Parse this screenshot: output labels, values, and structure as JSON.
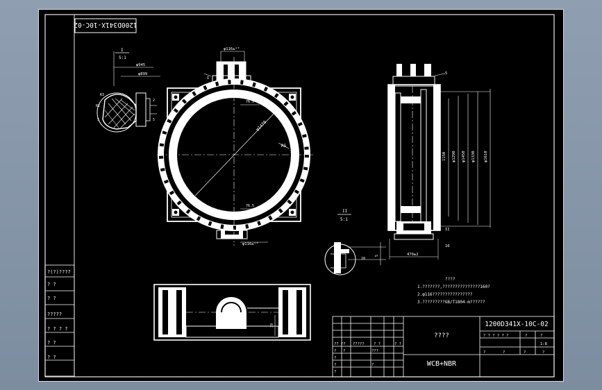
{
  "drawing": {
    "mirrored_code": "1200D341X-10C-02",
    "title_code": "1200D341X-10C-02",
    "part_name": "????",
    "material": "WCB+NBR",
    "scale": "1:8",
    "detail_ref_top": "I",
    "detail_scale_top": "5:1",
    "detail_ref_right": "II",
    "detail_scale_right": "5:1"
  },
  "dims": {
    "front_top": "φ116±¹⁰",
    "front_bottom": "φ116±¹⁰",
    "front_dia": "φ1470",
    "front_r": "R5",
    "front_top_w": "76.5",
    "front_bottom_w": "76.5",
    "detail_a": "φ945",
    "detail_b": "φ899",
    "detail_r1": "R3",
    "detail_r2": "R2",
    "detail_s1": "5",
    "detail_s2": "2",
    "detail_s3": "5",
    "side_d1": "1150",
    "side_d2": "φ1290",
    "side_d3": "φ1450",
    "side_d4": "φ1330",
    "side_d5": "φ1610",
    "side_w": "470±2",
    "side_t": "5",
    "side_b": "10",
    "bottom_w": "39",
    "detail2_a": "5",
    "detail2_b": "10"
  },
  "notes": {
    "heading": "????",
    "line1": "1.???????,???????????????160?",
    "line2": "2.φ116????????????????",
    "line3": "3.?????????GB/T1804-m??????"
  },
  "left_strip": [
    "?(?)????",
    "?    ?",
    "?    ?",
    "?????",
    "? ? ? ?",
    "?    ?",
    "?    ?"
  ],
  "title_block": {
    "r1": [
      "? ?  ? ?  ? ?",
      "?",
      "?"
    ],
    "r2": [
      "?",
      "?",
      "?",
      "?"
    ],
    "c1": "?? ??",
    "c2": "?????",
    "c3": "?  ?",
    "c4": "? ?",
    "c5": "???",
    "c6": "?",
    "c7": "?",
    "c8": "?",
    "c9": "?",
    "c10": "?",
    "c11": "?"
  }
}
